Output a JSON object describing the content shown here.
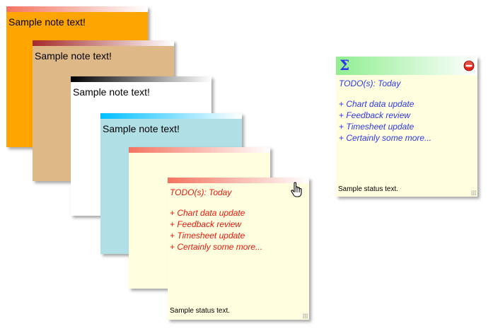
{
  "notes": [
    {
      "text": "Sample note text!",
      "color": "#FFA500"
    },
    {
      "text": "Sample note text!",
      "color": "#DEB887"
    },
    {
      "text": "Sample note text!",
      "color": "#FFFFFF"
    },
    {
      "text": "Sample note text!",
      "color": "#B0DFE5"
    },
    {
      "text": "",
      "color": "#FFFFE0"
    }
  ],
  "front_note": {
    "title": "TODO(s): Today",
    "items": [
      "+ Chart data update",
      "+ Feedback review",
      "+ Timesheet update",
      "+ Certainly some more..."
    ],
    "status": "Sample status text.",
    "text_color": "#E8160C"
  },
  "side_note": {
    "title": "TODO(s): Today",
    "items": [
      "+ Chart data update",
      "+ Feedback review",
      "+ Timesheet update",
      "+ Certainly some more..."
    ],
    "status": "Sample status text.",
    "text_color": "#2E36E8",
    "sigma_icon": "sigma-icon",
    "close_icon": "close-icon"
  },
  "colors": {
    "bar_red": "#F47460",
    "bar_brown": "#A52A2A",
    "bar_black": "#000000",
    "bar_blue": "#00BFFF",
    "bar_green": "#90EE90",
    "note_yellow": "#FFFFE0"
  }
}
